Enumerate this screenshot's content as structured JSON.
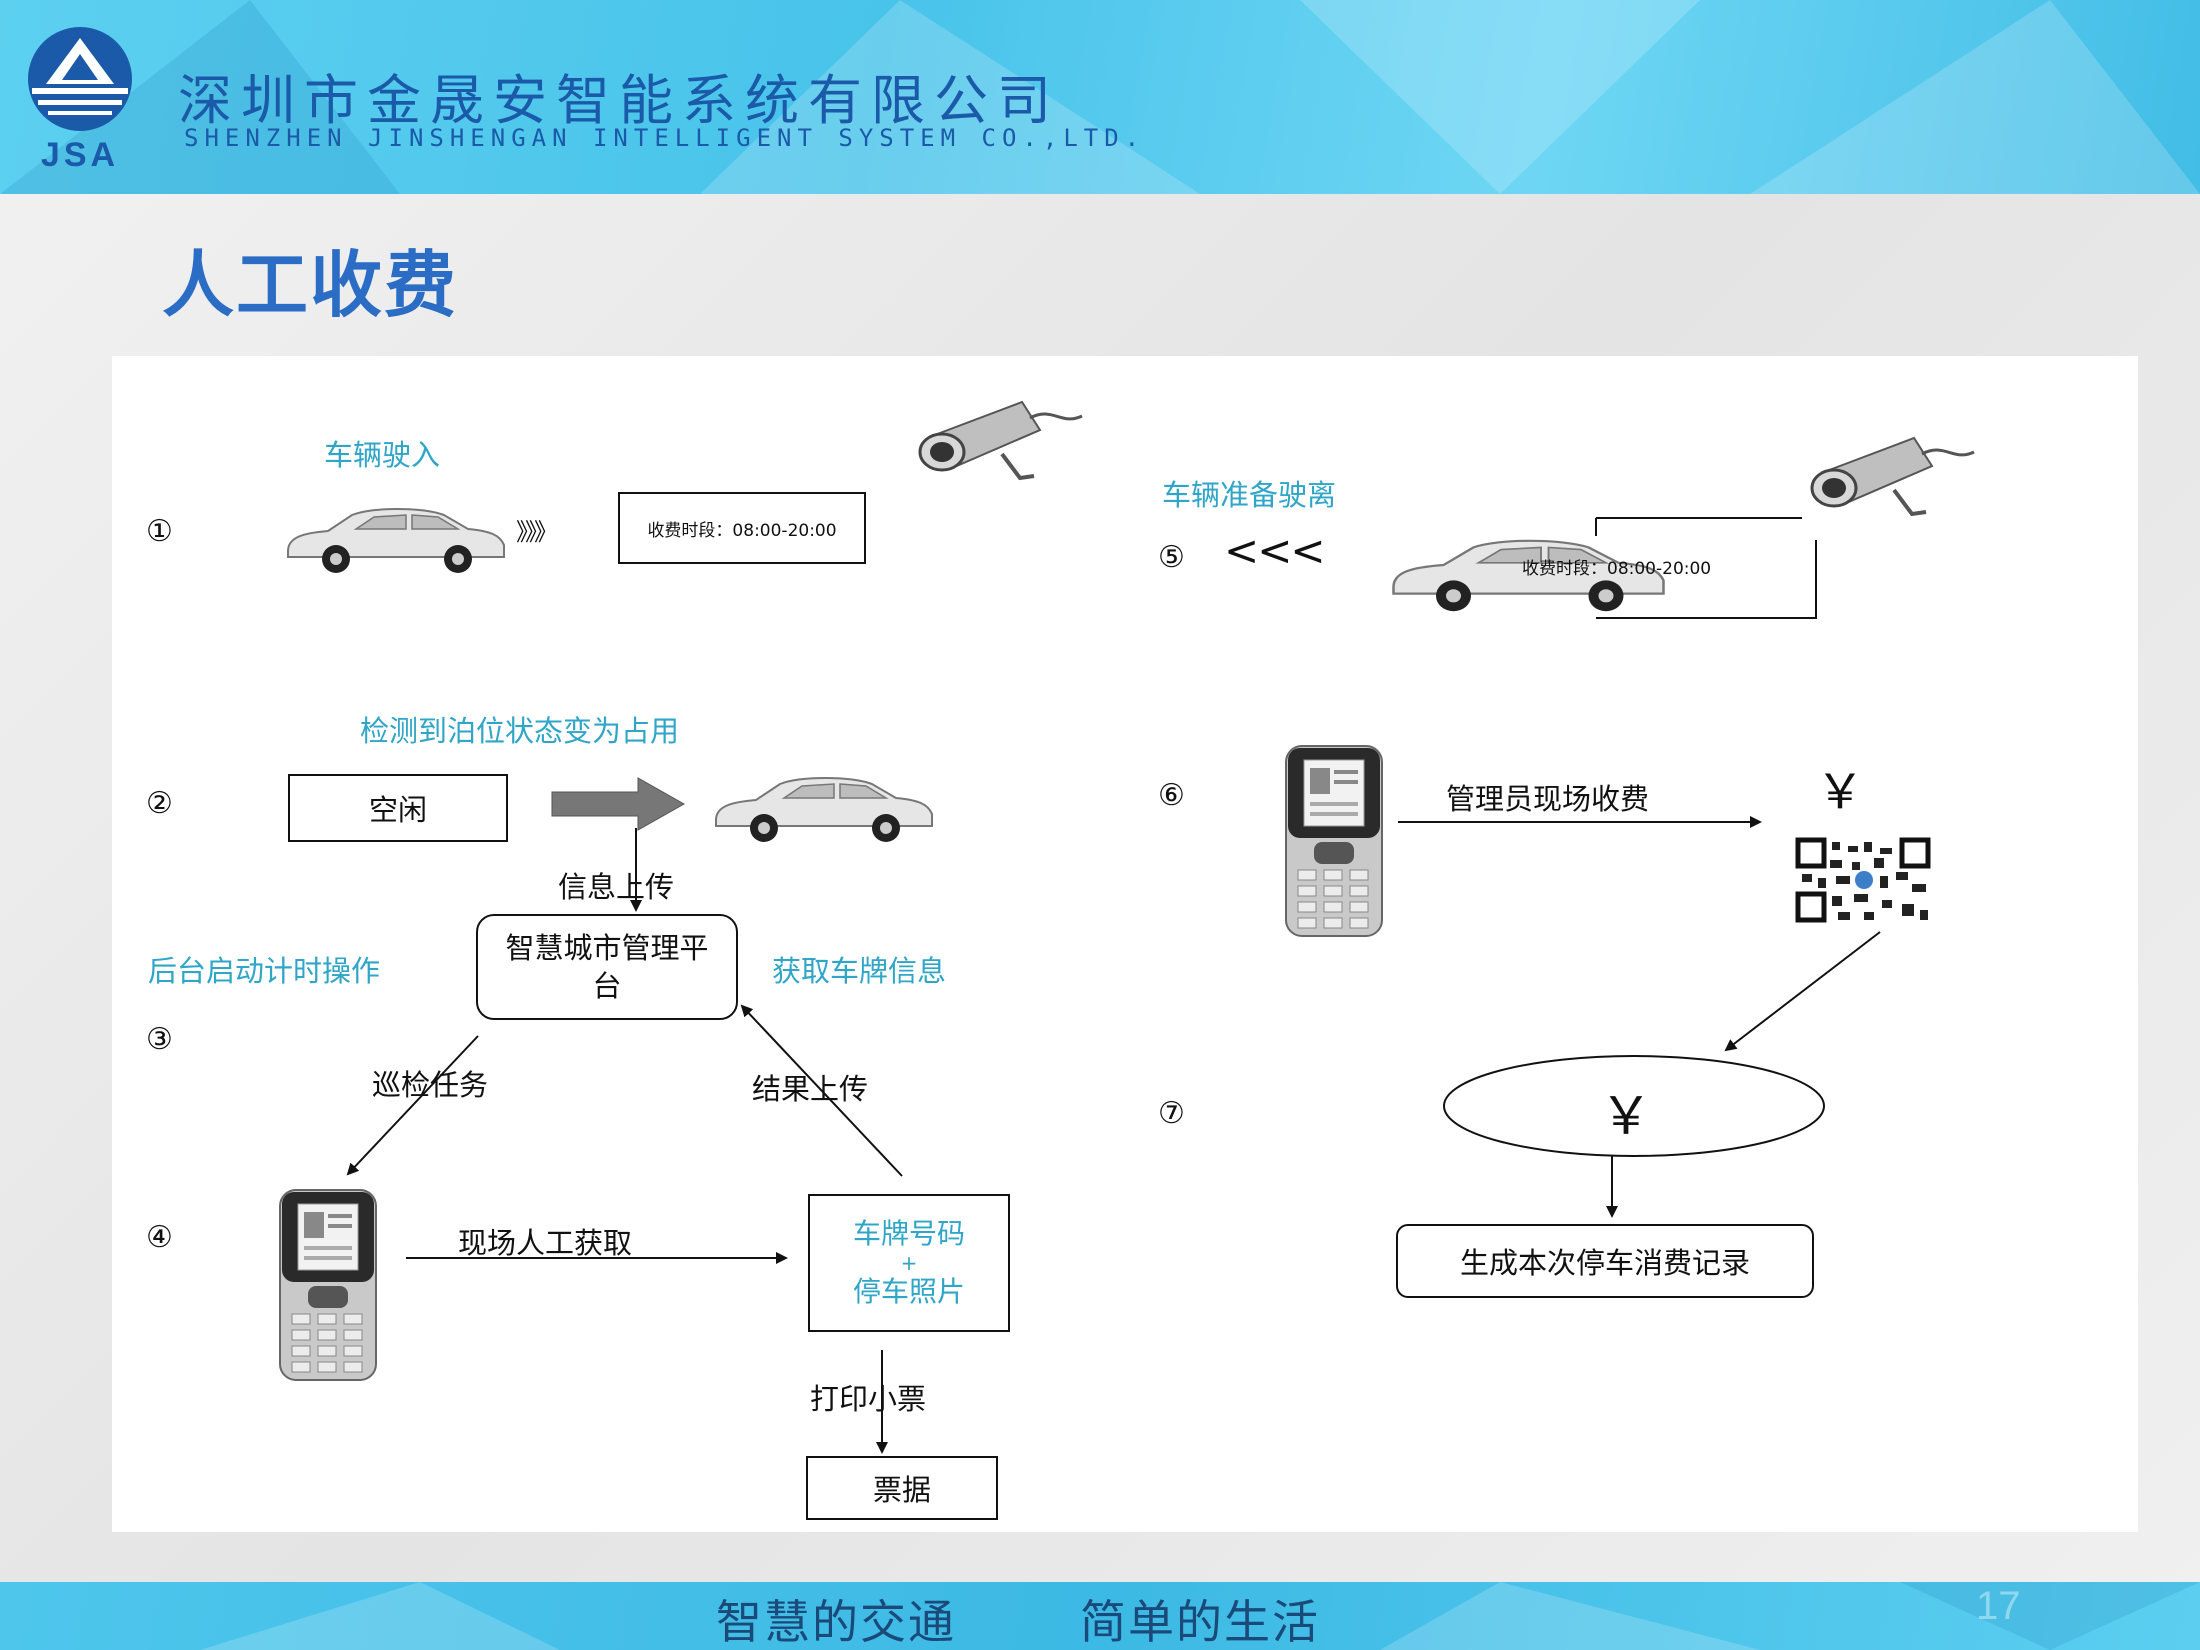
{
  "header": {
    "logo_text": "JSA",
    "company_cn": "深圳市金晟安智能系统有限公司",
    "company_en": "SHENZHEN JINSHENGAN INTELLIGENT SYSTEM CO.,LTD."
  },
  "slide": {
    "title": "人工收费"
  },
  "diagram": {
    "steps": [
      "①",
      "②",
      "③",
      "④",
      "⑤",
      "⑥",
      "⑦"
    ],
    "step1": {
      "label": "车辆驶入",
      "arrow": "》》》",
      "sign": "收费时段：08:00-20:00"
    },
    "step2": {
      "label": "检测到泊位状态变为占用",
      "box": "空闲"
    },
    "info_upload": "信息上传",
    "platform": "智慧城市管理平台",
    "backend_timer": "后台启动计时操作",
    "get_plate": "获取车牌信息",
    "patrol_task": "巡检任务",
    "result_upload": "结果上传",
    "step4": {
      "label": "现场人工获取",
      "plate_line1": "车牌号码",
      "plate_plus": "+",
      "plate_line2": "停车照片"
    },
    "print_ticket": "打印小票",
    "ticket": "票据",
    "step5": {
      "label": "车辆准备驶离",
      "arrow": "<<<",
      "sign": "收费时段：08:00-20:00"
    },
    "step6": {
      "label": "管理员现场收费",
      "yen": "￥"
    },
    "step7": {
      "yen": "￥",
      "record": "生成本次停车消费记录"
    }
  },
  "footer": {
    "slogan_1": "智慧的交通",
    "slogan_2": "简单的生活",
    "page_number": "17"
  },
  "colors": {
    "header_bg": "#48c3ea",
    "brand_blue": "#1a5aa8",
    "title_blue": "#2b6cc4",
    "label_cyan": "#2fa5c8"
  }
}
